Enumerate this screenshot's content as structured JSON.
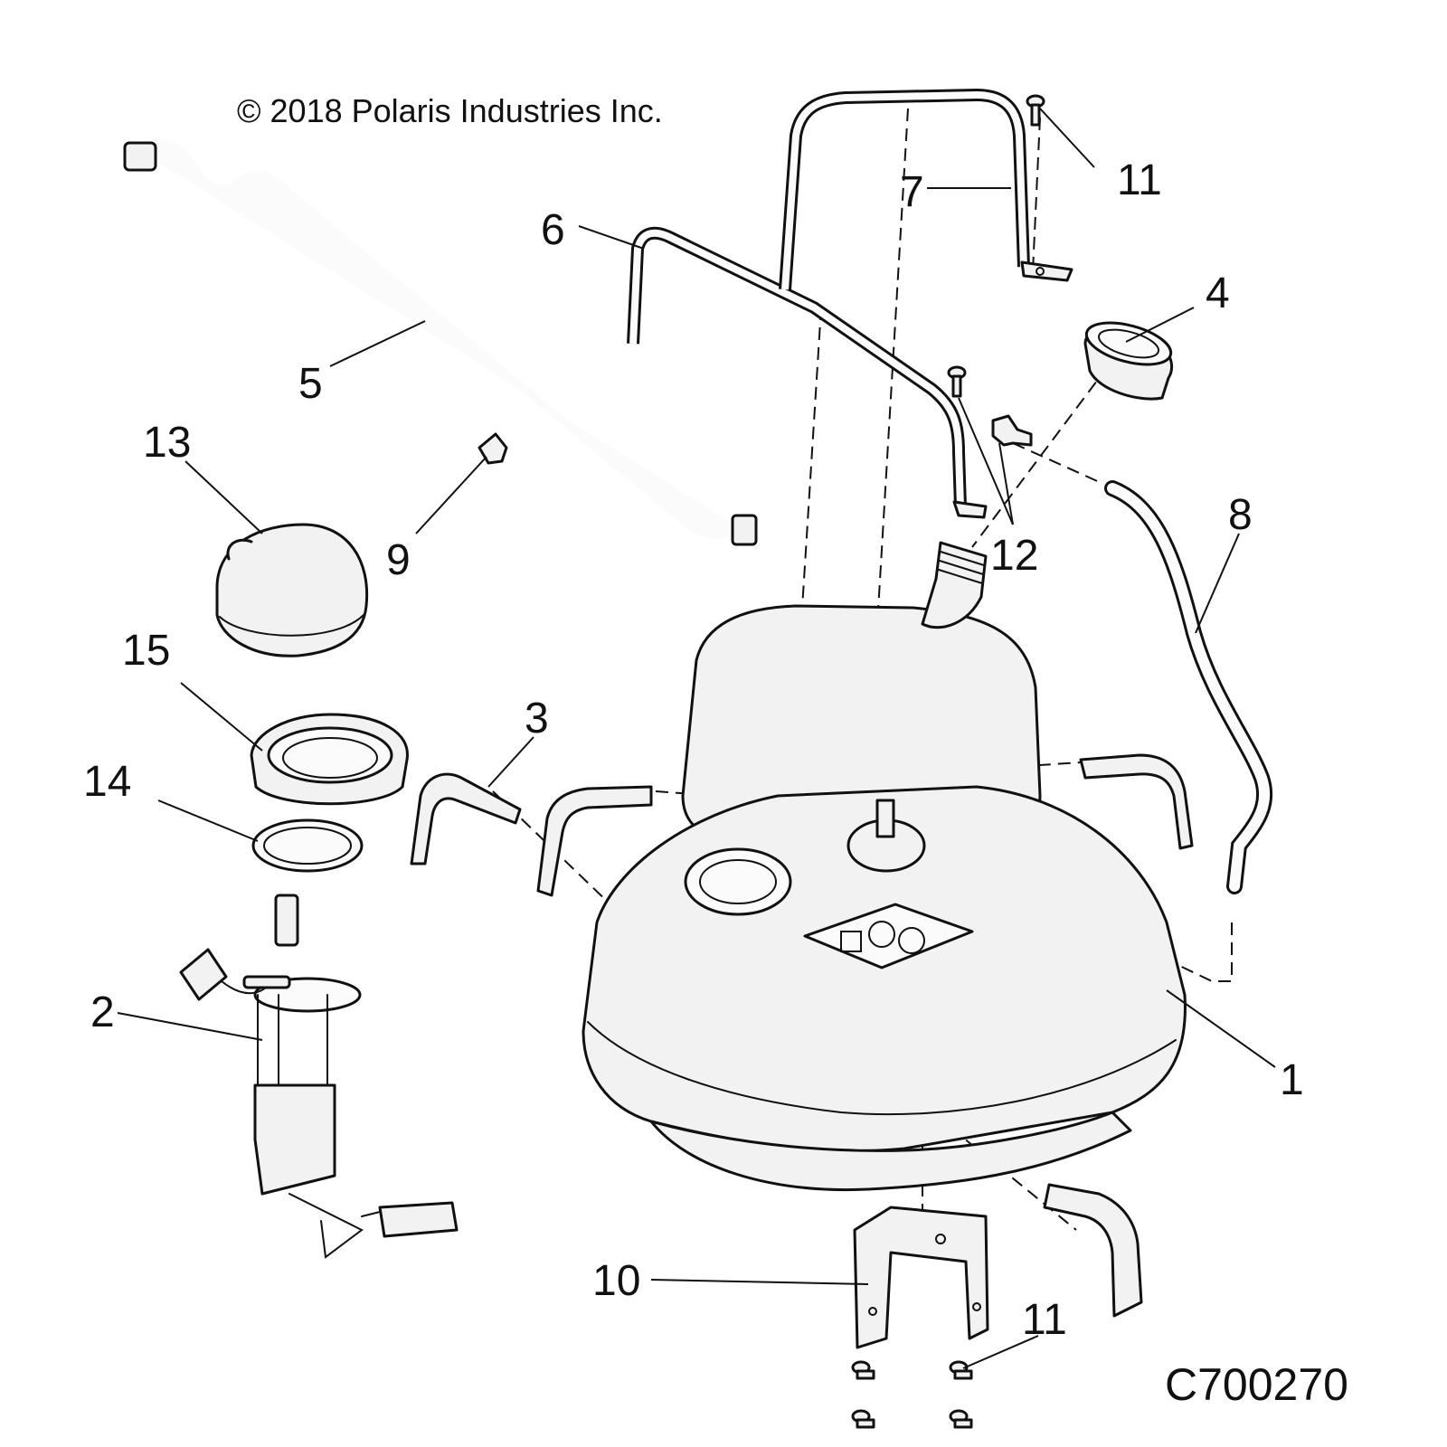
{
  "copyright": "© 2018 Polaris Industries Inc.",
  "figure_code": "C700270",
  "callouts": {
    "c1": "1",
    "c2": "2",
    "c3": "3",
    "c4": "4",
    "c5": "5",
    "c6": "6",
    "c7": "7",
    "c8": "8",
    "c9": "9",
    "c10": "10",
    "c11_top": "11",
    "c11_bottom": "11",
    "c12": "12",
    "c13": "13",
    "c14": "14",
    "c15": "15"
  }
}
